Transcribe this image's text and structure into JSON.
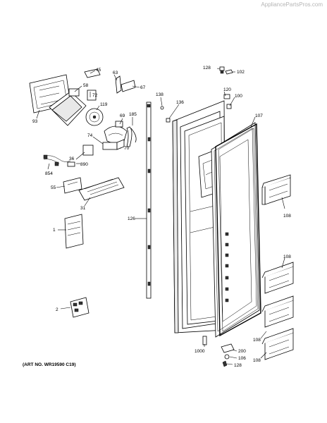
{
  "watermark": "AppliancePartsPros.com",
  "art_number": "(ART NO. WR19590 C19)",
  "callouts": {
    "c45": "45",
    "c63": "63",
    "c67": "67",
    "c58": "58",
    "c93": "93",
    "c72": "72",
    "c119": "119",
    "c138": "138",
    "c136": "136",
    "c128a": "128",
    "c102": "102",
    "c120": "120",
    "c100": "100",
    "c107": "107",
    "c69": "69",
    "c185": "185",
    "c74": "74",
    "c70": "70",
    "c36": "36",
    "c890": "890",
    "c854": "854",
    "c55": "55",
    "c31": "31",
    "c126": "126",
    "c108a": "108",
    "c1": "1",
    "c108b": "108",
    "c2": "2",
    "c108c": "108",
    "c108d": "108",
    "c1000": "1000",
    "c200": "200",
    "c106": "106",
    "c128b": "128"
  }
}
